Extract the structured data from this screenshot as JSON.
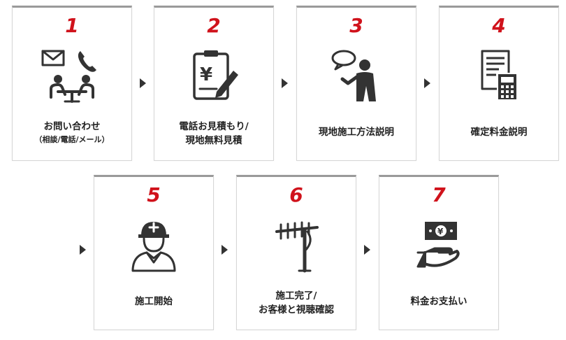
{
  "colors": {
    "step_number": "#d0121b",
    "icon": "#333333",
    "arrow": "#333333",
    "card_border_top": "#9a9a9a"
  },
  "steps": [
    {
      "number": "1",
      "label": "お問い合わせ",
      "sublabel": "（相談/電話/メール）",
      "icon": "mail-phone-consultation-icon"
    },
    {
      "number": "2",
      "label_line1": "電話お見積もり/",
      "label_line2": "現地無料見積",
      "icon": "clipboard-yen-estimate-icon"
    },
    {
      "number": "3",
      "label": "現地施工方法説明",
      "icon": "person-speech-bubble-icon"
    },
    {
      "number": "4",
      "label": "確定料金説明",
      "icon": "document-calculator-icon"
    },
    {
      "number": "5",
      "label": "施工開始",
      "icon": "worker-helmet-icon"
    },
    {
      "number": "6",
      "label_line1": "施工完了/",
      "label_line2": "お客様と視聴確認",
      "icon": "tv-antenna-icon"
    },
    {
      "number": "7",
      "label": "料金お支払い",
      "icon": "hand-banknote-icon"
    }
  ]
}
